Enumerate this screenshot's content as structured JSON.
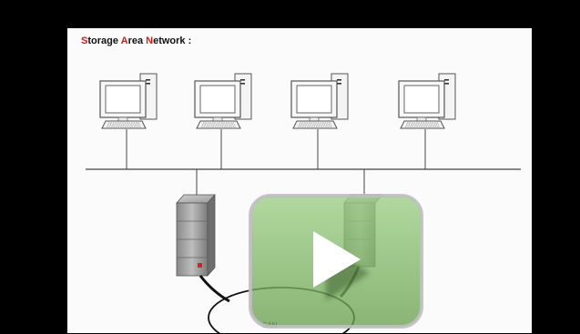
{
  "slide": {
    "title_parts": [
      {
        "text": "S",
        "highlight": true
      },
      {
        "text": "torage ",
        "highlight": false
      },
      {
        "text": "A",
        "highlight": true
      },
      {
        "text": "rea ",
        "highlight": false
      },
      {
        "text": "N",
        "highlight": true
      },
      {
        "text": "etwork :",
        "highlight": false
      }
    ],
    "san_label": "SAN"
  },
  "player": {
    "play_icon": "play-icon"
  },
  "colors": {
    "title_accent": "#c8201e",
    "play_fill": "#7fb069",
    "server_led": "#d22222"
  }
}
